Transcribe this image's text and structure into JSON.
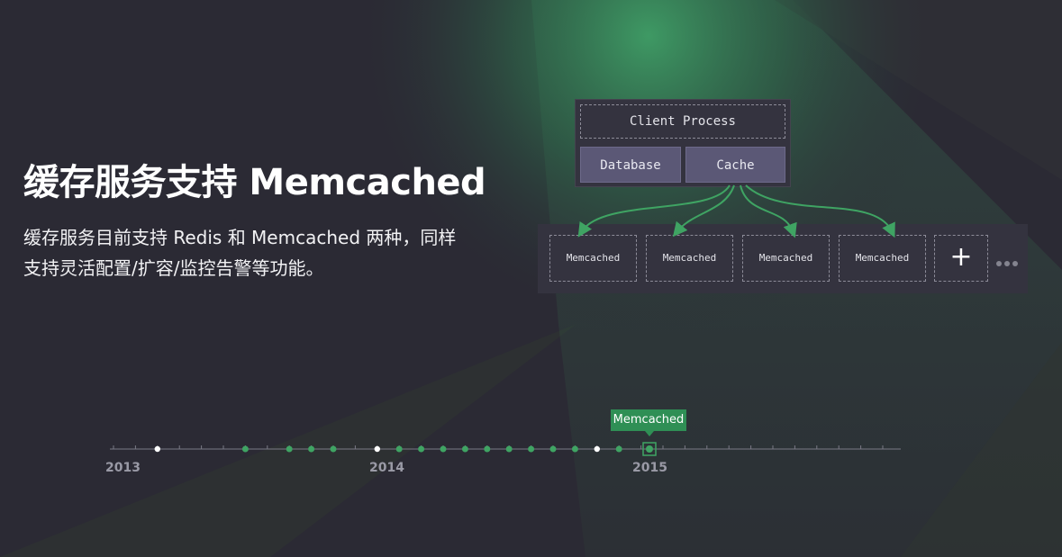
{
  "hero": {
    "title": "缓存服务支持 Memcached",
    "description_line1": "缓存服务目前支持 Redis 和 Memcached 两种，同样",
    "description_line2": "支持灵活配置/扩容/监控告警等功能。"
  },
  "diagram": {
    "client": "Client Process",
    "database": "Database",
    "cache": "Cache",
    "servers": [
      "Memcached",
      "Memcached",
      "Memcached",
      "Memcached"
    ],
    "add_icon": "plus-icon",
    "more_icon": "ellipsis-icon"
  },
  "timeline": {
    "years": [
      "2013",
      "2014",
      "2015"
    ],
    "active_label": "Memcached"
  },
  "colors": {
    "background": "#2b2a34",
    "accent": "#3fa463",
    "panel": "#34333f",
    "module": "#5b5876"
  }
}
